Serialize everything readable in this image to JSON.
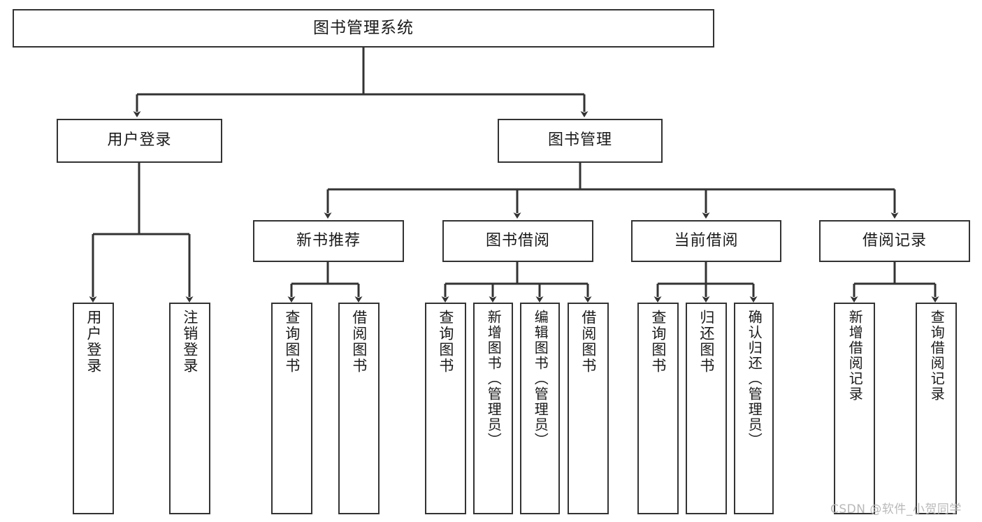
{
  "diagram": {
    "title": "图书管理系统",
    "type": "functional-structure-tree",
    "colors": {
      "stroke": "#333333",
      "box_fill": "#ffffff",
      "text": "#1a1a1a",
      "background": "#ffffff",
      "watermark": "#b9b9b9"
    }
  },
  "watermark": {
    "text": "CSDN @软件_小贺同学"
  },
  "nodes": {
    "root": {
      "label": "图书管理系统"
    },
    "level2": [
      {
        "label": "用户登录"
      },
      {
        "label": "图书管理"
      }
    ],
    "level3": [
      {
        "label": "新书推荐"
      },
      {
        "label": "图书借阅"
      },
      {
        "label": "当前借阅"
      },
      {
        "label": "借阅记录"
      }
    ],
    "leaves": {
      "user_login": [
        {
          "label": "用户登录"
        },
        {
          "label": "注销登录"
        }
      ],
      "new_book_recommend": [
        {
          "label": "查询图书"
        },
        {
          "label": "借阅图书"
        }
      ],
      "book_borrow": [
        {
          "label": "查询图书"
        },
        {
          "label": "新增图书（管理员）"
        },
        {
          "label": "编辑图书（管理员）"
        },
        {
          "label": "借阅图书"
        }
      ],
      "current_borrow": [
        {
          "label": "查询图书"
        },
        {
          "label": "归还图书"
        },
        {
          "label": "确认归还（管理员）"
        }
      ],
      "borrow_record": [
        {
          "label": "新增借阅记录"
        },
        {
          "label": "查询借阅记录"
        }
      ]
    }
  }
}
